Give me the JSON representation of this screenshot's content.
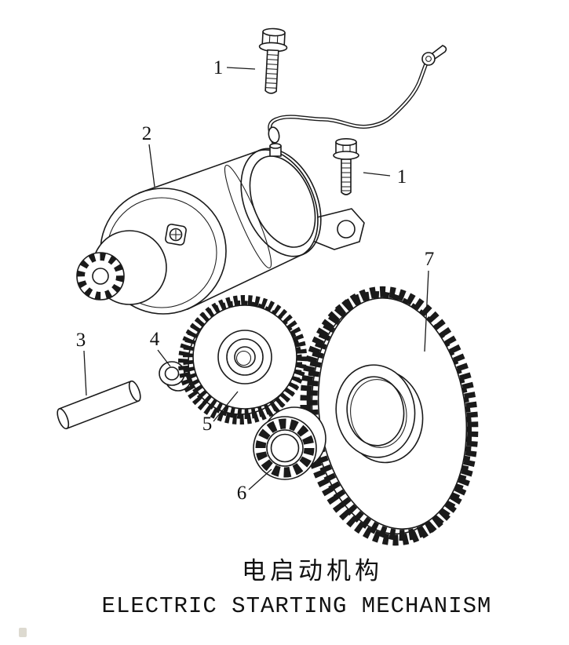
{
  "ink": "#1a1a1a",
  "titles": {
    "chinese": "电启动机构",
    "english": "ELECTRIC STARTING MECHANISM"
  },
  "callouts": {
    "bolt_upper": "1",
    "motor": "2",
    "bolt_lower": "1",
    "pin": "3",
    "bushing": "4",
    "idler_gear": "5",
    "one_way_clutch": "6",
    "driven_gear": "7"
  }
}
